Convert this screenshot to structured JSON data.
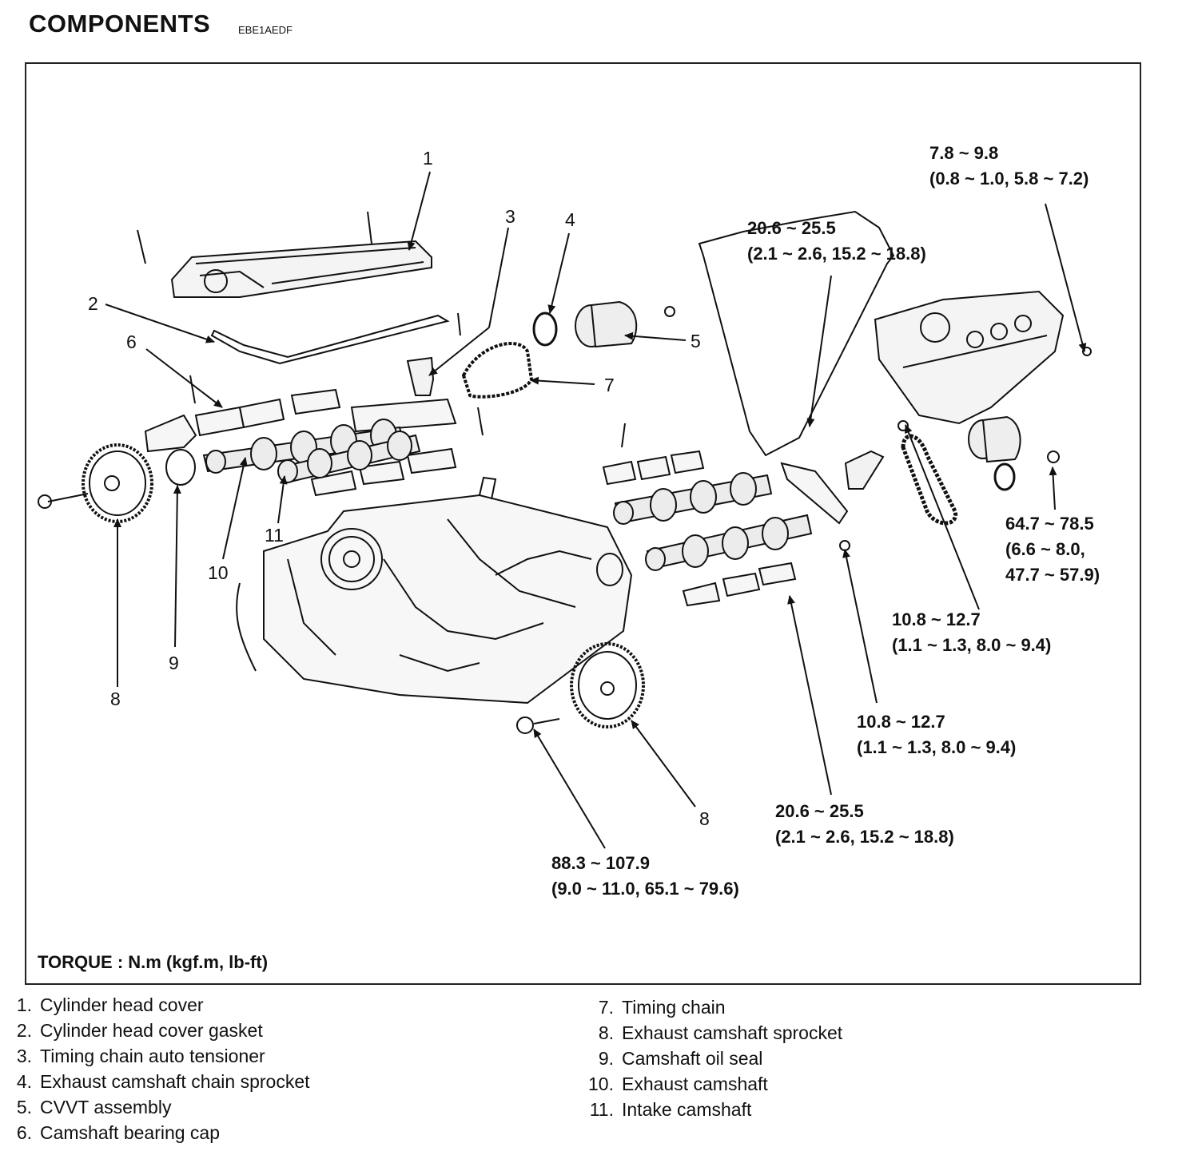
{
  "header": {
    "title": "COMPONENTS",
    "code": "EBE1AEDF"
  },
  "callouts": {
    "c1": "1",
    "c2": "2",
    "c3": "3",
    "c4": "4",
    "c5": "5",
    "c6": "6",
    "c7": "7",
    "c8a": "8",
    "c8b": "8",
    "c9": "9",
    "c10": "10",
    "c11": "11"
  },
  "torques": {
    "t_top_right": {
      "line1": "7.8 ~ 9.8",
      "line2": "(0.8 ~ 1.0, 5.8 ~ 7.2)"
    },
    "t_gasket": {
      "line1": "20.6 ~ 25.5",
      "line2": "(2.1 ~ 2.6, 15.2 ~ 18.8)"
    },
    "t_cvvt_bolt": {
      "line1": "64.7 ~ 78.5",
      "line2": "(6.6 ~ 8.0,",
      "line3": "47.7 ~ 57.9)"
    },
    "t_tensioner": {
      "line1": "10.8 ~ 12.7",
      "line2": "(1.1 ~ 1.3, 8.0 ~ 9.4)"
    },
    "t_cap_bolt": {
      "line1": "10.8 ~ 12.7",
      "line2": "(1.1 ~ 1.3, 8.0 ~ 9.4)"
    },
    "t_bearing": {
      "line1": "20.6 ~ 25.5",
      "line2": "(2.1 ~ 2.6, 15.2 ~ 18.8)"
    },
    "t_sprocket": {
      "line1": "88.3 ~ 107.9",
      "line2": "(9.0 ~ 11.0, 65.1 ~ 79.6)"
    }
  },
  "torque_key": "TORQUE : N.m (kgf.m, lb-ft)",
  "legend_left": [
    {
      "num": "1.",
      "text": "Cylinder head cover"
    },
    {
      "num": "2.",
      "text": "Cylinder head cover gasket"
    },
    {
      "num": "3.",
      "text": "Timing chain auto tensioner"
    },
    {
      "num": "4.",
      "text": "Exhaust camshaft chain sprocket"
    },
    {
      "num": "5.",
      "text": "CVVT assembly"
    },
    {
      "num": "6.",
      "text": "Camshaft bearing cap"
    }
  ],
  "legend_right": [
    {
      "num": "7.",
      "text": "Timing chain"
    },
    {
      "num": "8.",
      "text": "Exhaust camshaft sprocket"
    },
    {
      "num": "9.",
      "text": "Camshaft oil seal"
    },
    {
      "num": "10.",
      "text": "Exhaust camshaft"
    },
    {
      "num": "11.",
      "text": "Intake camshaft"
    }
  ]
}
